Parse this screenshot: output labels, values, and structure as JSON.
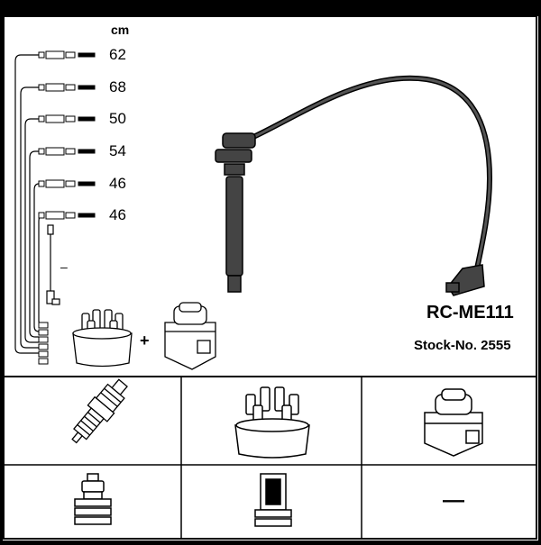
{
  "unit_label": "cm",
  "lengths": [
    "62",
    "68",
    "50",
    "54",
    "46",
    "46"
  ],
  "extra_dash": "–",
  "plus_sign": "+",
  "part_number": "RC-ME111",
  "stock_number": "Stock-No. 2555",
  "bottom_dash": "—"
}
